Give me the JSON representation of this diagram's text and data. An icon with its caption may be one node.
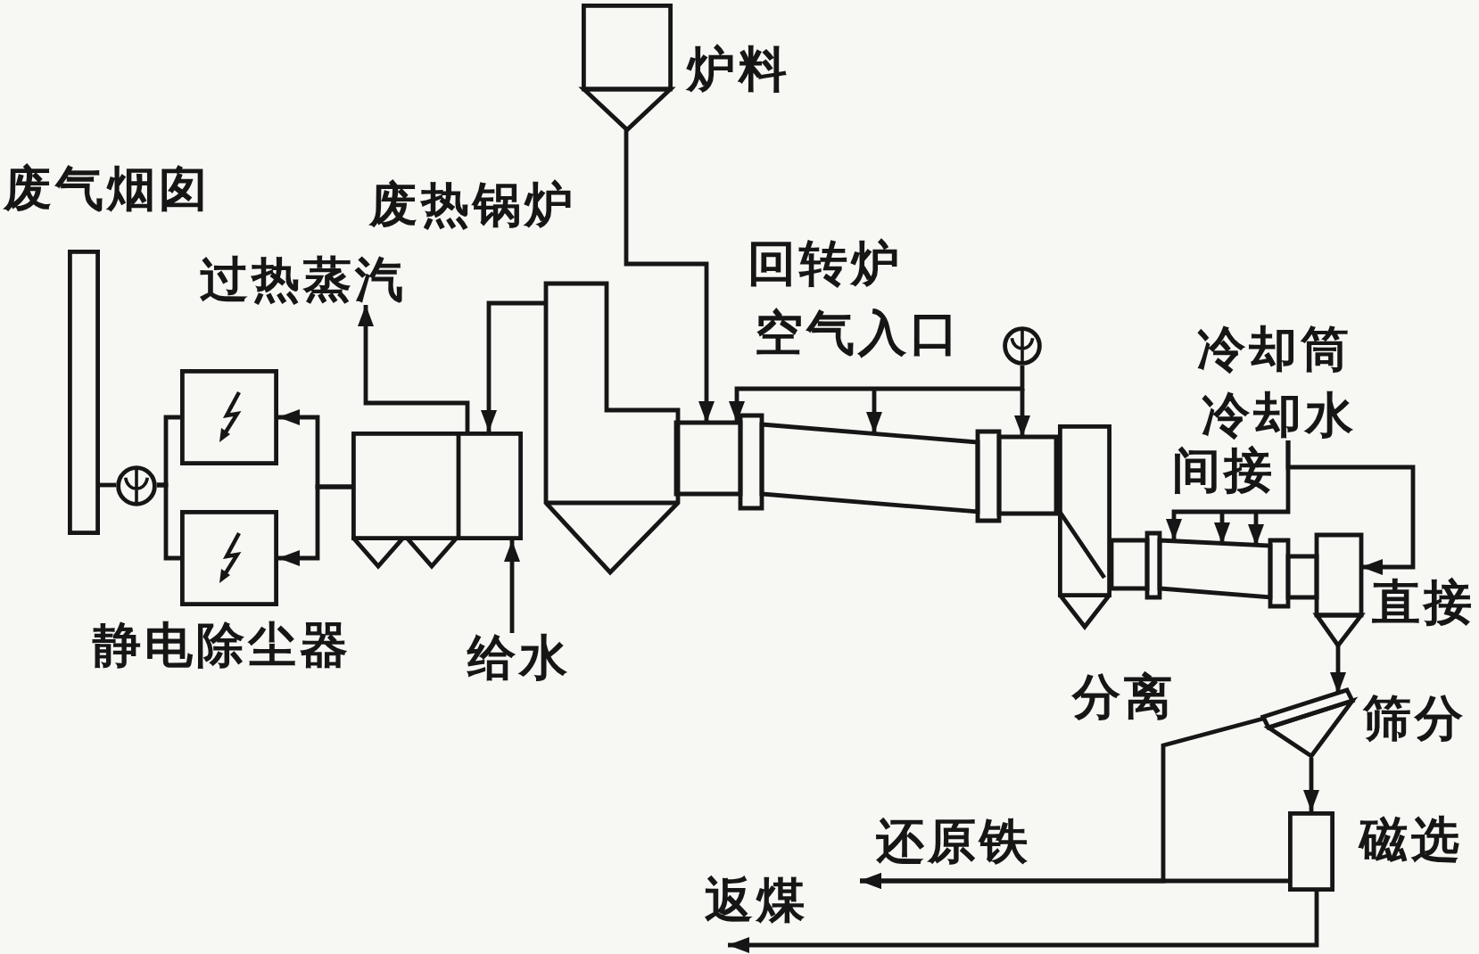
{
  "diagram": {
    "nodes": [
      {
        "text": [],
        "shape": "bar",
        "beside": [
          "废气烟囱"
        ]
      },
      {
        "text": [],
        "shape": "circle"
      },
      {
        "text": [],
        "shape": "box"
      },
      {
        "text": [],
        "shape": "box"
      },
      {
        "text": [
          "过热蒸汽"
        ]
      },
      {
        "text": [],
        "shape": "box"
      },
      {
        "text": [
          "给水"
        ]
      },
      {
        "text": [],
        "shape": "hopper",
        "beside": [
          "炉料"
        ]
      },
      {
        "text": [],
        "shape": "box"
      },
      {
        "text": [],
        "shape": "circle",
        "beside": [
          "空气入口"
        ]
      },
      {
        "text": [],
        "shape": "cylinder"
      },
      {
        "text": [],
        "shape": "box"
      },
      {
        "text": [
          "冷却水"
        ]
      },
      {
        "text": [],
        "shape": "cylinder"
      },
      {
        "text": [],
        "shape": "triangle",
        "beside": [
          "筛分"
        ]
      },
      {
        "text": [],
        "shape": "box",
        "beside": [
          "磁选"
        ]
      }
    ],
    "edges": [
      {
        "from": 5,
        "to": 2,
        "arrow": "to"
      },
      {
        "from": 5,
        "to": 3,
        "arrow": "to"
      },
      {
        "from": 2,
        "to": 1,
        "arrow": "none"
      },
      {
        "from": 3,
        "to": 1,
        "arrow": "none"
      },
      {
        "from": 1,
        "to": 0,
        "arrow": "none"
      },
      {
        "from": 5,
        "to": 4,
        "arrow": "to"
      },
      {
        "from": 6,
        "to": 5,
        "arrow": "to"
      },
      {
        "from": 8,
        "to": 5,
        "arrow": "to"
      },
      {
        "from": 7,
        "to": 10,
        "arrow": "to"
      },
      {
        "from": 9,
        "to": 10,
        "arrow": "to"
      },
      {
        "from": 12,
        "to": 13,
        "arrow": "to",
        "label": "间接"
      },
      {
        "from": 12,
        "to": 13,
        "arrow": "to",
        "label": "直接"
      },
      {
        "from": 13,
        "to": 14,
        "arrow": "to"
      },
      {
        "from": 14,
        "to": 15,
        "arrow": "to"
      },
      {
        "from": 15,
        "to": null,
        "arrow": "to",
        "label": "还原铁"
      },
      {
        "from": 14,
        "to": null,
        "arrow": "to",
        "label": "分离"
      },
      {
        "from": 15,
        "to": null,
        "arrow": "to",
        "label": "返煤"
      }
    ],
    "labels": [
      "废热锅炉",
      "回转炉",
      "冷却筒",
      "静电除尘器"
    ]
  }
}
